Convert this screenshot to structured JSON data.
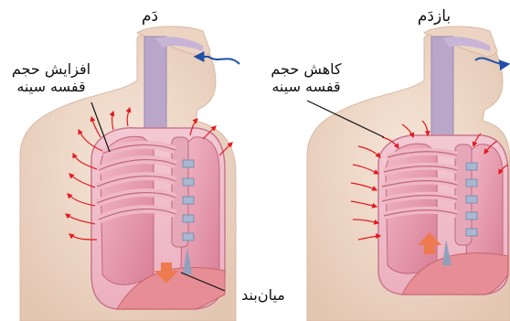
{
  "panels": {
    "inhale": {
      "title": "دَم",
      "volume_label_line1": "افزایش حجم",
      "volume_label_line2": "قفسه سینه",
      "diaphragm_label": "میان‌بند"
    },
    "exhale": {
      "title": "بازدَم",
      "volume_label_line1": "کاهش حجم",
      "volume_label_line2": "قفسه سینه"
    }
  },
  "colors": {
    "skin": "#ead3c0",
    "lung": "#e9a4b4",
    "rib": "#efb8c4",
    "trachea": "#b9a6c9",
    "airflow_arrow": "#1f4fa8",
    "motion_arrows": "#e21a22",
    "diaphragm_arrow": "#ee7a50"
  },
  "icons": {
    "airflow": "blue-curved-arrow",
    "rib_motion": "red-arrows",
    "diaphragm_motion": "orange-arrow"
  }
}
